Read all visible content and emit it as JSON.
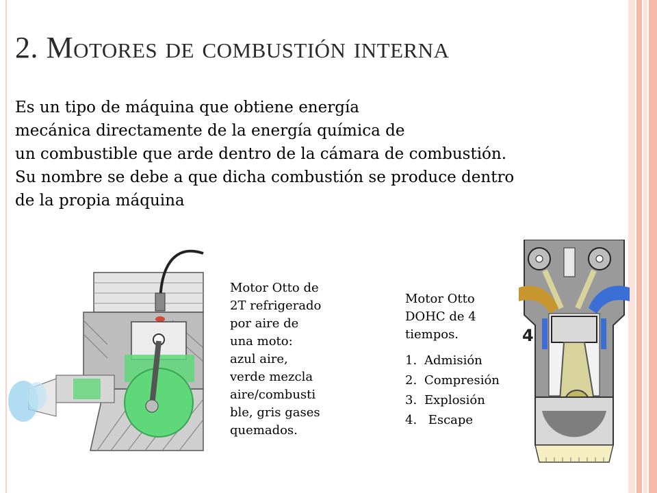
{
  "slide": {
    "title": "2. Motores de combustión interna",
    "body": "Es un tipo de máquina que obtiene energía\nmecánica directamente de la energía química de\nun combustible que arde dentro de la cámara de combustión.\nSu nombre se debe a que dicha combustión se produce dentro\nde la propia máquina"
  },
  "figures": {
    "left_caption": "Motor Otto de\n2T refrigerado\npor aire de\nuna moto:\nazul aire,\nverde mezcla\naire/combusti\nble, gris gases\nquemados.",
    "right_caption": "Motor Otto\nDOHC de 4\ntiempos.",
    "steps": [
      {
        "num": "1.",
        "label": "Admisión"
      },
      {
        "num": "2.",
        "label": "Compresión"
      },
      {
        "num": "3.",
        "label": "Explosión"
      },
      {
        "num": "4.",
        "label": " Escape"
      }
    ],
    "stroke_number": "4"
  },
  "colors": {
    "stripe_light": "#fbe3dc",
    "stripe_mid": "#f4b9a8",
    "intake_green": "#5fd879",
    "air_blue": "#9fd3ef",
    "intake_orange": "#c8962f",
    "exhaust_blue": "#3b6fd6"
  }
}
